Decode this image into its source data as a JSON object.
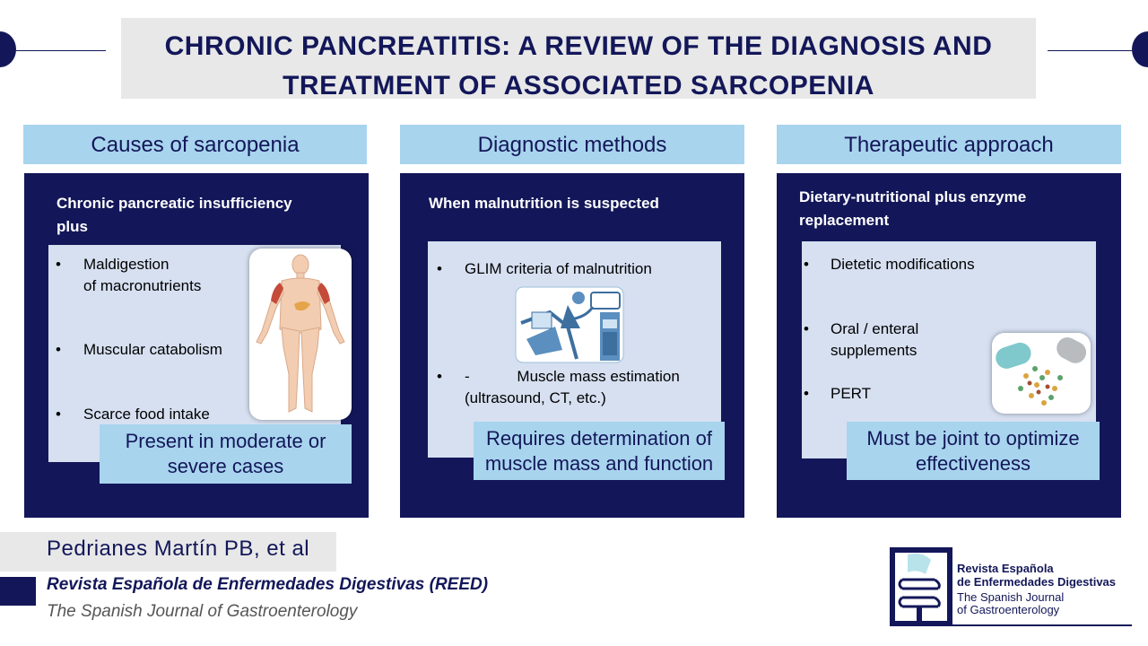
{
  "title": {
    "line1": "CHRONIC PANCREATITIS: A REVIEW OF THE DIAGNOSIS AND",
    "line2": "TREATMENT OF ASSOCIATED SARCOPENIA"
  },
  "columns": [
    {
      "header": "Causes of sarcopenia",
      "panel_title_1": "Chronic pancreatic insufficiency",
      "panel_title_2": "plus",
      "bullets": [
        {
          "line1": "Maldigestion",
          "line2": "of macronutrients"
        },
        {
          "line1": "Muscular catabolism"
        },
        {
          "line1": "Scarce food intake"
        }
      ],
      "callout_1": "Present in moderate or",
      "callout_2": "severe cases",
      "image": "human-body-muscles-icon"
    },
    {
      "header": "Diagnostic methods",
      "panel_title_1": "When malnutrition is suspected",
      "bullets": [
        {
          "line1": "GLIM criteria of malnutrition"
        },
        {
          "prefix": "-",
          "line1": "Muscle mass estimation",
          "line2": "(ultrasound, CT, etc.)"
        }
      ],
      "callout_1": "Requires determination of",
      "callout_2": "muscle mass and function",
      "image": "patient-scanner-icon"
    },
    {
      "header": "Therapeutic approach",
      "panel_title_1": "Dietary-nutritional plus enzyme",
      "panel_title_2": "replacement",
      "bullets": [
        {
          "line1": "Dietetic modifications"
        },
        {
          "line1": "Oral / enteral",
          "line2": "supplements"
        },
        {
          "line1": "PERT"
        }
      ],
      "callout_1": "Must be joint to optimize",
      "callout_2": "effectiveness",
      "image": "capsule-pills-icon"
    }
  ],
  "bullet_glyph": "•",
  "footer": {
    "author": "Pedrianes Martín PB, et al",
    "journal": "Revista Española de Enfermedades Digestivas (REED)",
    "journal_en": "The Spanish Journal of Gastroenterology"
  },
  "logo": {
    "line1": "Revista Española",
    "line2": "de Enfermedades Digestivas",
    "line3": "The Spanish Journal",
    "line4": "of Gastroenterology"
  },
  "colors": {
    "navy": "#131759",
    "light_blue": "#a8d4ee",
    "panel_inner": "#d6e0f1",
    "grey": "#e8e8e8"
  }
}
